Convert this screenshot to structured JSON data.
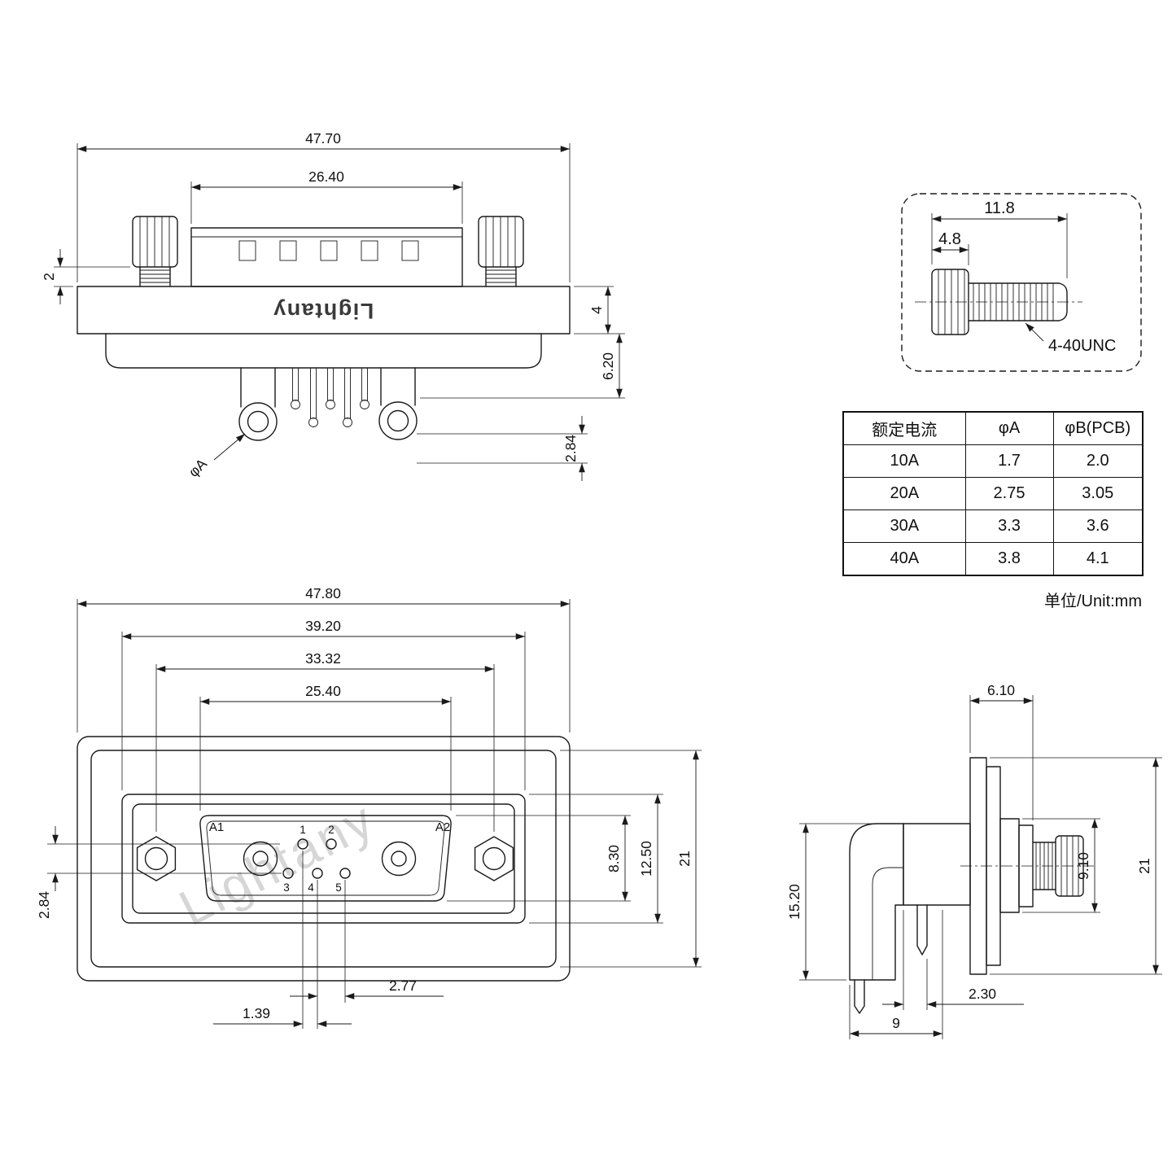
{
  "brand": "Lightany",
  "watermark": "Lightany",
  "top_view": {
    "dim_overall_width": "47.70",
    "dim_body_width": "26.40",
    "dim_screw_thread": "2",
    "dim_flange_thickness": "4",
    "dim_shell_depth": "6.20",
    "dim_pin_tail": "2.84",
    "label_pin_dia": "φA"
  },
  "screw_detail": {
    "dim_total_length": "11.8",
    "dim_head_length": "4.8",
    "label_thread": "4-40UNC"
  },
  "spec_table": {
    "headers": [
      "额定电流",
      "φA",
      "φB(PCB)"
    ],
    "rows": [
      [
        "10A",
        "1.7",
        "2.0"
      ],
      [
        "20A",
        "2.75",
        "3.05"
      ],
      [
        "30A",
        "3.3",
        "3.6"
      ],
      [
        "40A",
        "3.8",
        "4.1"
      ]
    ],
    "unit_note": "单位/Unit:mm"
  },
  "front_view": {
    "dim_overall_width": "47.80",
    "dim_shell_width": "39.20",
    "dim_mount_spacing": "33.32",
    "dim_opening_width": "25.40",
    "dim_row_offset": "2.84",
    "dim_opening_height": "8.30",
    "dim_shell_height": "12.50",
    "dim_flange_height": "21",
    "dim_pin_pitch": "2.77",
    "dim_pin_offset": "1.39",
    "labels": {
      "a1": "A1",
      "a2": "A2",
      "p1": "1",
      "p2": "2",
      "p3": "3",
      "p4": "4",
      "p5": "5"
    }
  },
  "side_view": {
    "dim_front_depth": "6.10",
    "dim_body_height": "15.20",
    "dim_shell_height": "9.10",
    "dim_flange_height": "21",
    "dim_pin_offset": "2.30",
    "dim_tail_length": "9"
  }
}
